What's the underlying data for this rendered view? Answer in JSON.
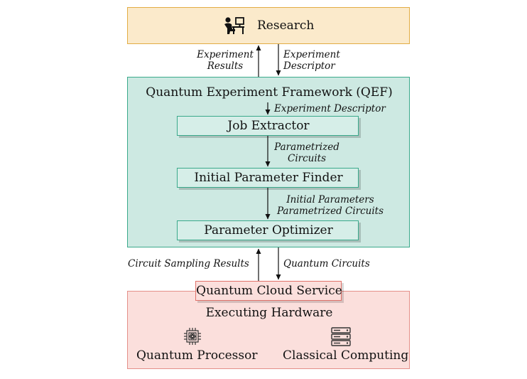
{
  "research": {
    "label": "Research",
    "icon": "person-at-computer-icon"
  },
  "arrows_top": {
    "up": [
      "Experiment",
      "Results"
    ],
    "down": [
      "Experiment",
      "Descriptor"
    ]
  },
  "qef": {
    "title": "Quantum Experiment Framework (QEF)",
    "entry_label": "Experiment Descriptor",
    "job_extractor": "Job Extractor",
    "label_1": [
      "Parametrized",
      "Circuits"
    ],
    "initial_parameter_finder": "Initial Parameter Finder",
    "label_2": [
      "Initial Parameters",
      "Parametrized Circuits"
    ],
    "parameter_optimizer": "Parameter Optimizer"
  },
  "arrows_bottom": {
    "up_label": "Circuit Sampling Results",
    "down_label": "Quantum Circuits"
  },
  "cloud": {
    "service": "Quantum Cloud Service",
    "hardware": "Executing Hardware",
    "quantum_processor": "Quantum Processor",
    "quantum_processor_icon": "chip-icon",
    "classical_computing": "Classical Computing",
    "classical_computing_icon": "server-rack-icon"
  }
}
